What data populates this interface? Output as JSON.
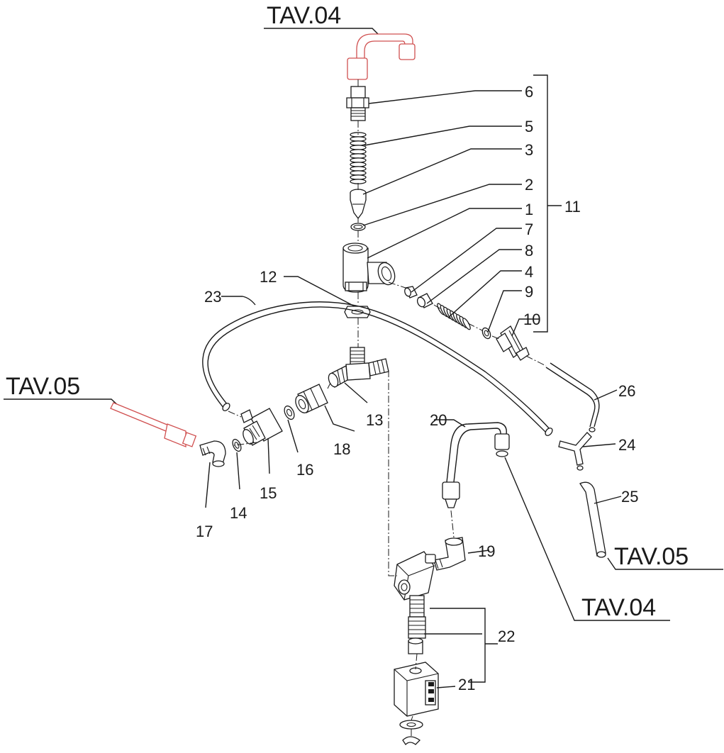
{
  "references": {
    "top": "TAV.04",
    "left": "TAV.05",
    "bottom_right_05": "TAV.05",
    "bottom_right_04": "TAV.04"
  },
  "labels": {
    "p1": "1",
    "p2": "2",
    "p3": "3",
    "p4": "4",
    "p5": "5",
    "p6": "6",
    "p7": "7",
    "p8": "8",
    "p9": "9",
    "p10": "10",
    "p11": "11",
    "p12": "12",
    "p13": "13",
    "p14": "14",
    "p15": "15",
    "p16": "16",
    "p17": "17",
    "p18": "18",
    "p19": "19",
    "p20": "20",
    "p21": "21",
    "p22": "22",
    "p23": "23",
    "p24": "24",
    "p25": "25",
    "p26": "26"
  },
  "colors": {
    "line": "#1a1a1a",
    "reference_part": "#d05050",
    "background": "#ffffff"
  }
}
